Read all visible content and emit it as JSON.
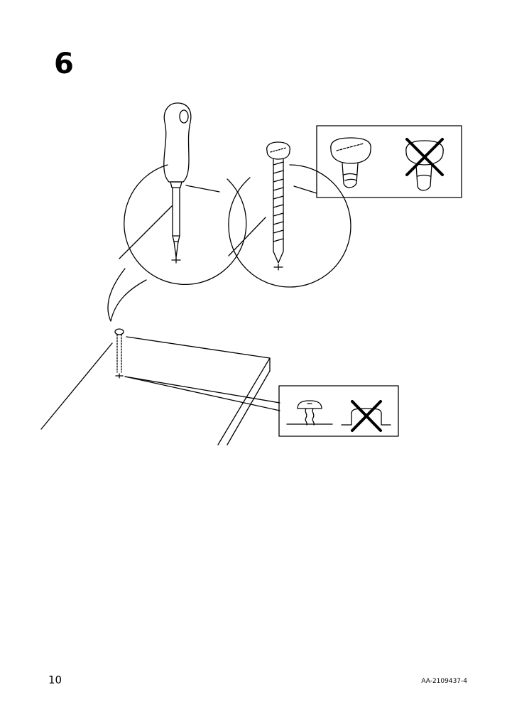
{
  "step": {
    "number": "6"
  },
  "footer": {
    "page_number": "10",
    "document_code": "AA-2109437-4"
  },
  "illustration": {
    "icons": [
      "screwdriver-icon",
      "screw-icon",
      "cross-mark-icon",
      "shelf-board-icon"
    ],
    "line_color": "#000000",
    "background_color": "#ffffff"
  }
}
